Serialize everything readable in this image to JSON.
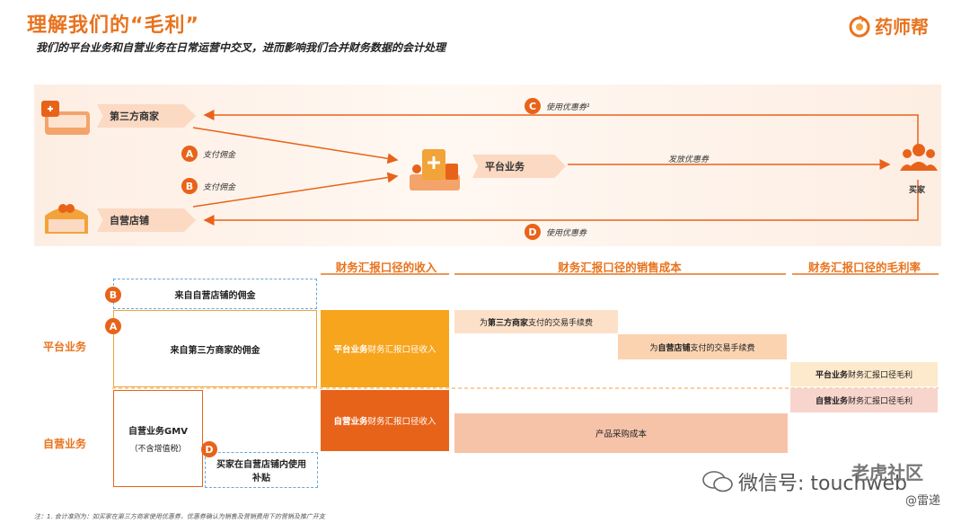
{
  "header": {
    "title": "理解我们的“毛利”",
    "subtitle": "我们的平台业务和自营业务在日常运营中交叉，进而影响我们合并财务数据的会计处理",
    "logo_text": "药师帮"
  },
  "flow": {
    "third_party_merchant": "第三方商家",
    "own_store": "自营店铺",
    "platform_business": "平台业务",
    "buyer": "买家",
    "step_a": {
      "letter": "A",
      "label": "支付佣金"
    },
    "step_b": {
      "letter": "B",
      "label": "支付佣金"
    },
    "step_c": {
      "letter": "C",
      "label": "使用优惠券¹"
    },
    "step_d": {
      "letter": "D",
      "label": "使用优惠券"
    },
    "issue_coupon": "发放优惠券"
  },
  "table": {
    "col_revenue": "财务汇报口径的收入",
    "col_cost": "财务汇报口径的销售成本",
    "col_margin": "财务汇报口径的毛利率",
    "row_platform": "平台业务",
    "row_self": "自营业务",
    "box_b": {
      "letter": "B",
      "text": "来自自营店铺的佣金"
    },
    "box_a": {
      "letter": "A",
      "text": "来自第三方商家的佣金"
    },
    "box_gmv": {
      "line1": "自营业务GMV",
      "line2": "（不含增值税）"
    },
    "box_d": {
      "letter": "D",
      "text": "买家在自营店铺内使用补贴"
    },
    "rev_platform": {
      "bold": "平台业务",
      "rest": "财务汇报口径收入"
    },
    "rev_self": {
      "bold": "自营业务",
      "rest": "财务汇报口径收入"
    },
    "cost_third": {
      "pre": "为",
      "bold": "第三方商家",
      "post": "支付的交易手续费"
    },
    "cost_own": {
      "pre": "为",
      "bold": "自营店铺",
      "post": "支付的交易手续费"
    },
    "cost_purchase": "产品采购成本",
    "margin_platform": {
      "bold": "平台业务",
      "rest": "财务汇报口径毛利"
    },
    "margin_self": {
      "bold": "自营业务",
      "rest": "财务汇报口径毛利"
    }
  },
  "footnote": "注：1. 会计准则为：如买家在第三方商家使用优惠券，优惠券确认为销售及营销费用下的营销及推广开支",
  "watermark": {
    "wechat": "微信号: touchweb",
    "community": "老虎社区",
    "author": "@雷递"
  },
  "colors": {
    "accent": "#e8731e",
    "dark_orange": "#e8631a",
    "light_peach": "#fbd9c3",
    "dashed_blue": "#6aa7d8"
  }
}
